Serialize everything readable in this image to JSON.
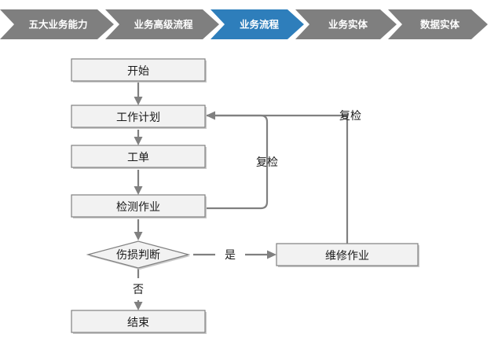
{
  "breadcrumb": {
    "active_color": "#2e7ebb",
    "inactive_color": "#7f7f7f",
    "items": [
      {
        "label": "五大业务能力",
        "active": false
      },
      {
        "label": "业务高级流程",
        "active": false
      },
      {
        "label": "业务流程",
        "active": true
      },
      {
        "label": "业务实体",
        "active": false
      },
      {
        "label": "数据实体",
        "active": false
      }
    ]
  },
  "flowchart": {
    "type": "flowchart",
    "box_fill": "#f2f2f2",
    "box_stroke": "#808080",
    "edge_color": "#808080",
    "nodes": [
      {
        "id": "start",
        "shape": "rect",
        "label": "开始"
      },
      {
        "id": "plan",
        "shape": "rect",
        "label": "工作计划"
      },
      {
        "id": "order",
        "shape": "rect",
        "label": "工单"
      },
      {
        "id": "inspect",
        "shape": "rect",
        "label": "检测作业"
      },
      {
        "id": "decide",
        "shape": "diamond",
        "label": "伤损判断"
      },
      {
        "id": "repair",
        "shape": "rect",
        "label": "维修作业"
      },
      {
        "id": "end",
        "shape": "rect",
        "label": "结束"
      }
    ],
    "edges": [
      {
        "from": "start",
        "to": "plan",
        "label": ""
      },
      {
        "from": "plan",
        "to": "order",
        "label": ""
      },
      {
        "from": "order",
        "to": "inspect",
        "label": ""
      },
      {
        "from": "inspect",
        "to": "decide",
        "label": ""
      },
      {
        "from": "decide",
        "to": "repair",
        "label": "是"
      },
      {
        "from": "decide",
        "to": "end",
        "label": "否"
      },
      {
        "from": "inspect",
        "to": "plan",
        "label": "复检"
      },
      {
        "from": "repair",
        "to": "plan",
        "label": "复检"
      }
    ],
    "labels": {
      "loop_inner": "复检",
      "loop_outer": "复检",
      "branch_yes": "是",
      "branch_no": "否"
    }
  }
}
